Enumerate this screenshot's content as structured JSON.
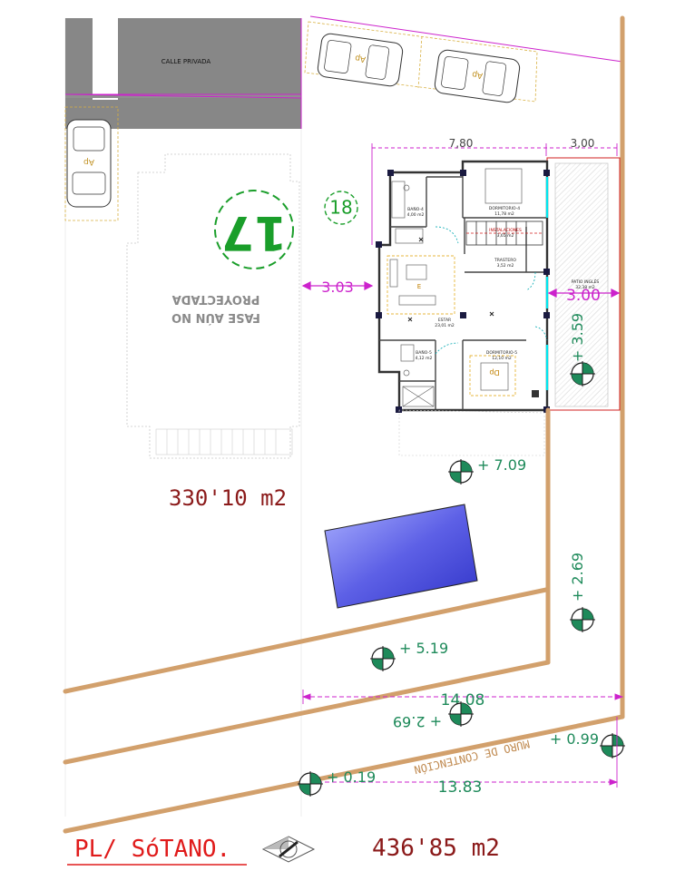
{
  "street_label": "CALLE PRIVADA",
  "car_label": "Ap",
  "plot_17_number": "17",
  "plot_18_number": "18",
  "phase_note_line1": "FASE AÚN NO",
  "phase_note_line2": "PROYECTADA",
  "rooms": {
    "bano4": {
      "name": "BAÑO-4",
      "area": "4,00 m2"
    },
    "dormitorio4": {
      "name": "DORMITORIO-4",
      "area": "11,78 m2"
    },
    "instalaciones": {
      "name": "INSTALACIONES",
      "area": "3,65 m2"
    },
    "trastero": {
      "name": "TRASTERO",
      "area": "3,52 m2"
    },
    "estar": {
      "name": "ESTAR",
      "area": "23,01 m2"
    },
    "bano5": {
      "name": "BAÑO-5",
      "area": "4,12 m2"
    },
    "dormitorio5": {
      "name": "DORMITORIO-5",
      "area": "12,10 m2"
    },
    "patio": {
      "name": "PATIO INGLÉS",
      "area": "32,38 m2"
    }
  },
  "furniture_letters": {
    "estar": "E",
    "dorm5": "Dp"
  },
  "dimensions": {
    "top_width": "7,80",
    "top_patio": "3,00",
    "left_setback": "3.03",
    "patio_width": "3.00",
    "patio_height": "+ 3.59",
    "bottom_top": "14.08",
    "bottom_bottom": "13.83"
  },
  "levels": {
    "l709": "+ 7.09",
    "l269_right": "+ 2.69",
    "l519": "+ 5.19",
    "l269_mid": "+ 2.69",
    "l099": "+ 0.99",
    "l019": "+ 0.19"
  },
  "retaining_wall": "MURO DE CONTENCIÓN",
  "area_upper": "330'10 m2",
  "area_total": "436'85 m2",
  "drawing_title": "PL/ SóTANO.",
  "colors": {
    "dimension": "#cc22cc",
    "area_text": "#8b1a1a",
    "title": "#e01b1b",
    "wall": "#d2a06c",
    "level_text": "#1e8a5a",
    "plot_green": "#1a9e2a",
    "glass": "#00e5ee",
    "pool": "#5a5adc"
  }
}
